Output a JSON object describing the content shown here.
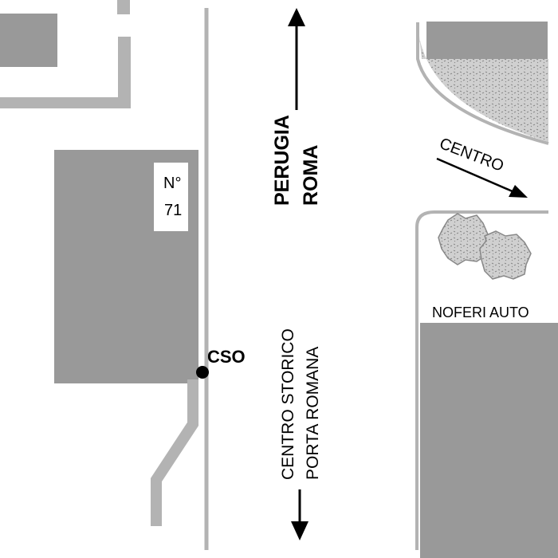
{
  "labels": {
    "perugia": "PERUGIA",
    "roma": "ROMA",
    "centro": "CENTRO",
    "noferi_auto": "NOFERI AUTO",
    "number_prefix": "N°",
    "number_value": "71",
    "cso": "CSO",
    "centro_storico": "CENTRO STORICO",
    "porta_romana": "PORTA ROMANA"
  },
  "colors": {
    "building": "#999999",
    "road_line": "#b3b3b3",
    "trees_fill": "#cccccc",
    "marker": "#000000",
    "background": "#ffffff"
  },
  "icons": [
    "arrow-up-icon",
    "arrow-down-icon",
    "arrow-diagonal-icon",
    "location-dot-icon",
    "trees-icon"
  ]
}
